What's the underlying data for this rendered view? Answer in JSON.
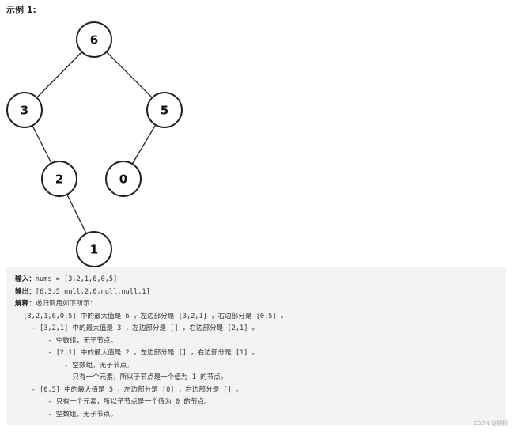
{
  "heading": "示例 1:",
  "tree": {
    "nodes": [
      {
        "id": "n6",
        "value": "6"
      },
      {
        "id": "n3",
        "value": "3"
      },
      {
        "id": "n5",
        "value": "5"
      },
      {
        "id": "n2",
        "value": "2"
      },
      {
        "id": "n0",
        "value": "0"
      },
      {
        "id": "n1",
        "value": "1"
      }
    ],
    "edges": [
      {
        "from": "n6",
        "to": "n3"
      },
      {
        "from": "n6",
        "to": "n5"
      },
      {
        "from": "n3",
        "to": "n2"
      },
      {
        "from": "n5",
        "to": "n0"
      },
      {
        "from": "n2",
        "to": "n1"
      }
    ]
  },
  "code": {
    "input_label": "输入：",
    "input_text": "nums = [3,2,1,6,0,5]",
    "output_label": "输出：",
    "output_text": "[6,3,5,null,2,0,null,null,1]",
    "explain_label": "解释：",
    "explain_text": "递归调用如下所示：",
    "lines": [
      "- [3,2,1,6,0,5] 中的最大值是 6 ，左边部分是 [3,2,1] ，右边部分是 [0,5] 。",
      "    - [3,2,1] 中的最大值是 3 ，左边部分是 [] ，右边部分是 [2,1] 。",
      "        - 空数组，无子节点。",
      "        - [2,1] 中的最大值是 2 ，左边部分是 [] ，右边部分是 [1] 。",
      "            - 空数组，无子节点。",
      "            - 只有一个元素，所以子节点是一个值为 1 的节点。",
      "    - [0,5] 中的最大值是 5 ，左边部分是 [0] ，右边部分是 [] 。",
      "        - 只有一个元素，所以子节点是一个值为 0 的节点。",
      "        - 空数组，无子节点。"
    ]
  },
  "watermark": "CSDN @栩栩"
}
